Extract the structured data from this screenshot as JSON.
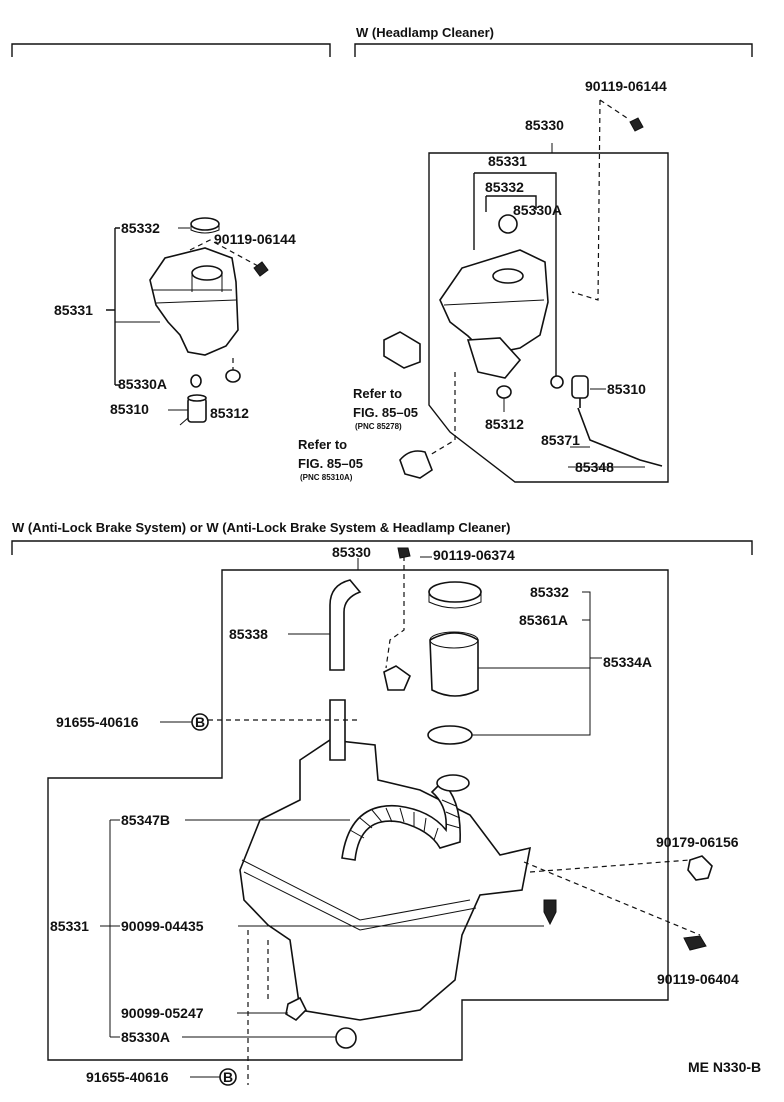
{
  "section_top_right_title": "W (Headlamp Cleaner)",
  "section_bottom_title": "W (Anti-Lock Brake System) or W (Anti-Lock Brake System & Headlamp Cleaner)",
  "drawing_code": "ME N330-B",
  "left_group": {
    "p85332": "85332",
    "p90119_06144": "90119-06144",
    "p85331": "85331",
    "p85330A": "85330A",
    "p85310": "85310",
    "p85312": "85312"
  },
  "right_group": {
    "p90119_06144": "90119-06144",
    "p85330": "85330",
    "p85331": "85331",
    "p85332": "85332",
    "p85330A": "85330A",
    "refer1": "Refer to",
    "fig1": "FIG. 85–05",
    "pnc1": "(PNC 85278)",
    "refer2": "Refer to",
    "fig2": "FIG. 85–05",
    "pnc2": "(PNC 85310A)",
    "p85312": "85312",
    "p85310": "85310",
    "p85371": "85371",
    "p85348": "85348"
  },
  "bottom_group": {
    "p85330": "85330",
    "p90119_06374": "90119-06374",
    "p85332": "85332",
    "p85338": "85338",
    "p85361A": "85361A",
    "p85334A": "85334A",
    "p91655_40616_a": "91655-40616",
    "circle_b": "B",
    "p85347B": "85347B",
    "p90179_06156": "90179-06156",
    "p85331": "85331",
    "p90099_04435": "90099-04435",
    "p90119_06404": "90119-06404",
    "p90099_05247": "90099-05247",
    "p85330A": "85330A",
    "p91655_40616_b": "91655-40616"
  }
}
